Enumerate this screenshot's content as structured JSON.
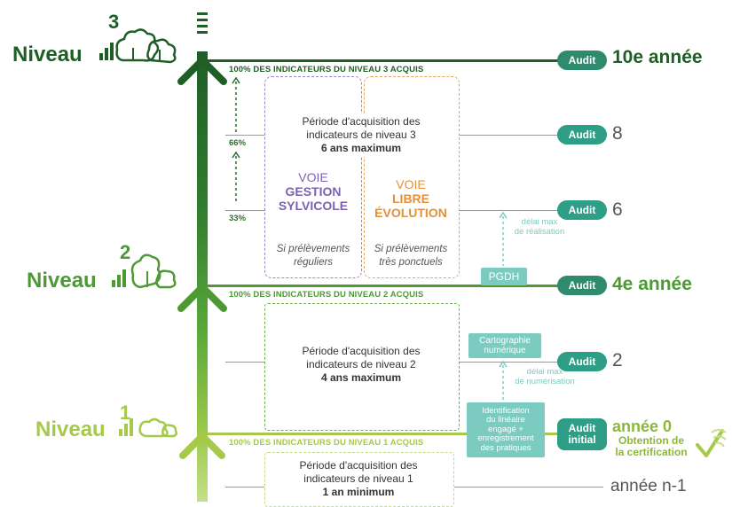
{
  "levels": {
    "n3": {
      "word": "Niveau",
      "num": "3"
    },
    "n2": {
      "word": "Niveau",
      "num": "2"
    },
    "n1": {
      "word": "Niveau",
      "num": "1"
    }
  },
  "acquis": {
    "n3": "100% DES INDICATEURS DU NIVEAU 3 ACQUIS",
    "n2": "100% DES INDICATEURS DU NIVEAU 2 ACQUIS",
    "n1": "100% DES INDICATEURS DU NIVEAU 1 ACQUIS"
  },
  "percent": {
    "p66": "66%",
    "p33": "33%"
  },
  "periods": {
    "n3": {
      "line1": "Période d'acquisition des",
      "line2": "indicateurs de niveau 3",
      "bold": "6 ans maximum"
    },
    "n2": {
      "line1": "Période d'acquisition des",
      "line2": "indicateurs de niveau 2",
      "bold": "4 ans maximum"
    },
    "n1": {
      "line1": "Période d'acquisition des",
      "line2": "indicateurs de niveau 1",
      "bold": "1 an minimum"
    }
  },
  "voie_gestion": {
    "voie": "VOIE",
    "l1": "GESTION",
    "l2": "SYLVICOLE",
    "cond1": "Si prélèvements",
    "cond2": "réguliers"
  },
  "voie_libre": {
    "voie": "VOIE",
    "l1": "LIBRE",
    "l2": "ÉVOLUTION",
    "cond1": "Si prélèvements",
    "cond2": "très ponctuels"
  },
  "audits": {
    "label": "Audit",
    "initial_l1": "Audit",
    "initial_l2": "initial"
  },
  "years": {
    "y10": "10e année",
    "y8": "8",
    "y6": "6",
    "y4": "4e année",
    "y2": "2",
    "y0": "année 0",
    "obtention_l1": "Obtention de",
    "obtention_l2": "la certification",
    "yn1": "année n-1"
  },
  "side_boxes": {
    "pgdh": "PGDH",
    "carto_l1": "Cartographie",
    "carto_l2": "numérique",
    "ident": [
      "Identification",
      "du linéaire",
      "engagé +",
      "enregistrement",
      "des pratiques"
    ]
  },
  "delais": {
    "realisation_l1": "délai max",
    "realisation_l2": "de réalisation",
    "numerisation_l1": "délai max",
    "numerisation_l2": "de numérisation"
  },
  "colors": {
    "dark_green": "#2e6b2e",
    "mid_green": "#5aa83a",
    "light_green": "#a6c94a",
    "teal": "#2f9e86",
    "light_teal": "#7ccbc0",
    "purple": "#7b62b0",
    "orange": "#e0913a"
  }
}
